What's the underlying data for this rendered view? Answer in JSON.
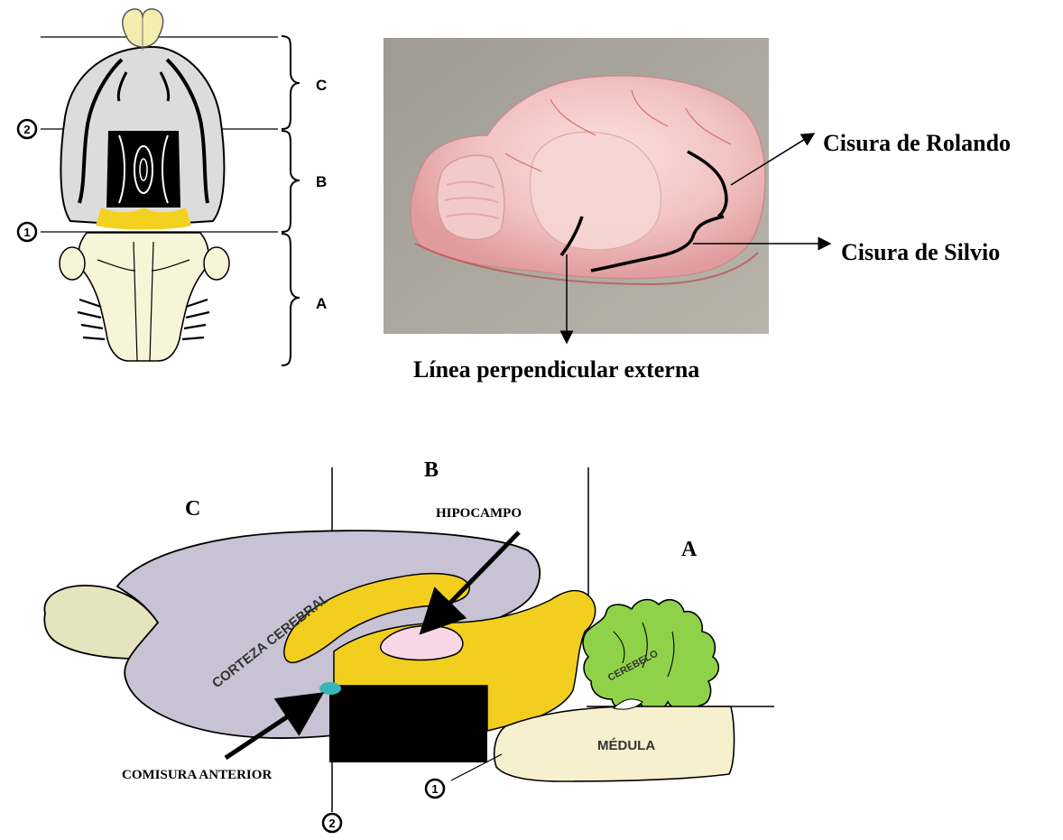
{
  "top_left_diagram": {
    "region_labels": [
      "C",
      "B",
      "A"
    ],
    "markers": [
      "2",
      "1"
    ]
  },
  "photo": {
    "callouts": {
      "rolando": "Cisura de Rolando",
      "silvio": "Cisura de Silvio",
      "perpendicular": "Línea perpendicular externa"
    }
  },
  "sagittal": {
    "region_labels": {
      "b": "B",
      "c": "C",
      "a": "A"
    },
    "structures": {
      "hipocampo": "HIPOCAMPO",
      "corteza": "CORTEZA CEREBRAL",
      "cerebelo": "CEREBELO",
      "medula": "MÉDULA",
      "comisura": "COMISURA ANTERIOR"
    },
    "markers": [
      "1",
      "2"
    ]
  },
  "colors": {
    "cortex": "#c7c2d4",
    "olfactory": "#e6e4be",
    "midbrain": "#f2cf1f",
    "cerebellum": "#8fd24a",
    "medulla": "#f6f0cf",
    "hippocampus": "#f7d7e6",
    "commissure": "#37b6b6"
  }
}
